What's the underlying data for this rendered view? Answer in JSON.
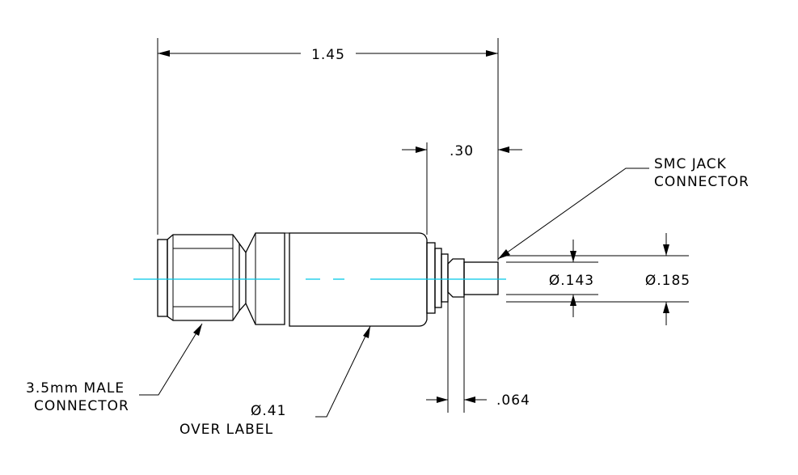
{
  "dimensions": {
    "overall_length": "1.45",
    "jack_length": ".30",
    "flange_thickness": ".064",
    "jack_inner_diameter": "Ø.143",
    "jack_outer_diameter": "Ø.185"
  },
  "callouts": {
    "smc_line1": "SMC JACK",
    "smc_line2": "CONNECTOR",
    "male_line1": "3.5mm MALE",
    "male_line2": "CONNECTOR",
    "body_line1": "Ø.41",
    "body_line2": "OVER LABEL"
  },
  "colors": {
    "outline": "#000000",
    "centerline": "#00c8e6",
    "background": "#ffffff"
  }
}
